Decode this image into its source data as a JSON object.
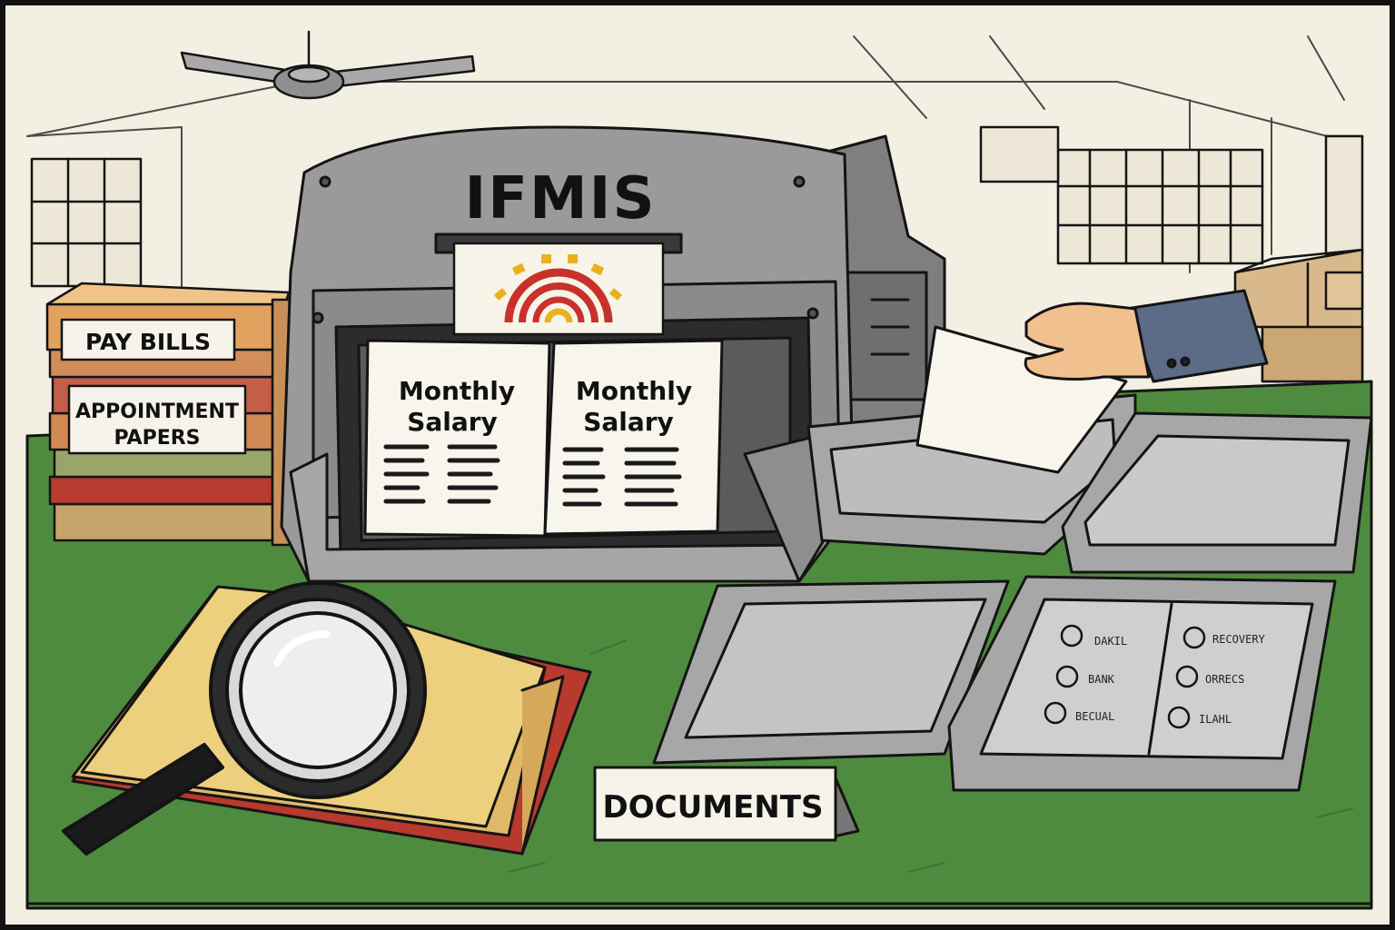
{
  "machine": {
    "brand": "IFMIS",
    "left_slip": {
      "line1": "Monthly",
      "line2": "Salary"
    },
    "right_slip": {
      "line1": "Monthly",
      "line2": "Salary"
    }
  },
  "binder_stack": {
    "top_label": "PAY BILLS",
    "second_label": {
      "line1": "APPOINTMENT",
      "line2": "PAPERS"
    }
  },
  "desk_sign": "DOCUMENTS",
  "checklist_tray": {
    "left_items": [
      "DAKIL",
      "BANK",
      "BECUAL"
    ],
    "right_items": [
      "RECOVERY",
      "ORRECS",
      "ILAHL"
    ]
  },
  "colors": {
    "desk": "#4f8b3f",
    "wall": "#f3efe3",
    "machine": "#9a9a9a",
    "tray": "#a7a7a7",
    "folder": "#e6c46e",
    "logo_red": "#c8322a",
    "logo_yellow": "#e8b21d"
  },
  "icons": [
    "ceiling-fan-icon",
    "magnifying-glass-icon",
    "sun-logo-icon",
    "hand-icon"
  ]
}
